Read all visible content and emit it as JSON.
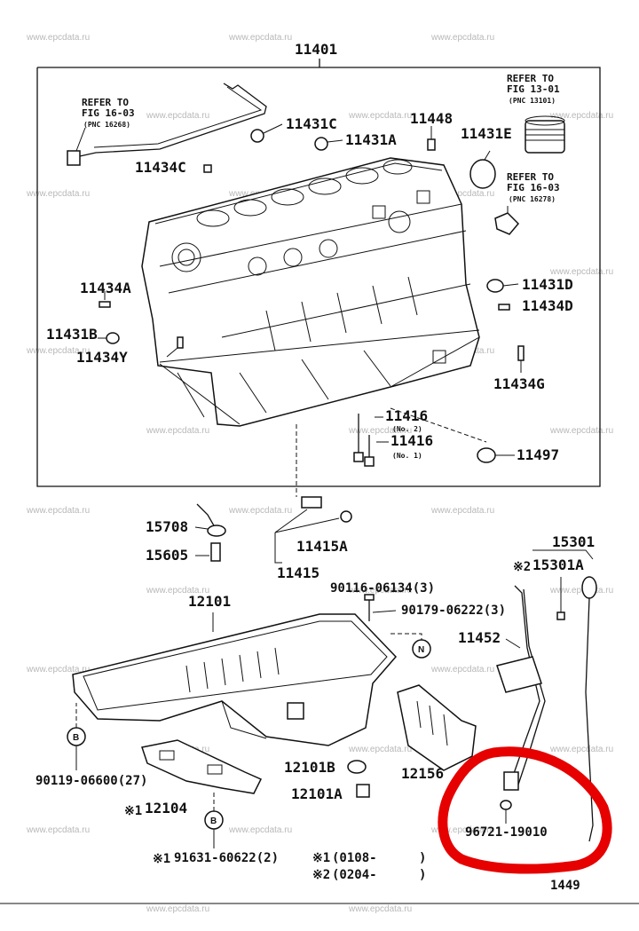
{
  "watermark": "www.epcdata.ru",
  "title_part": "11401",
  "refs": [
    {
      "line1": "REFER TO",
      "line2": "FIG 16-03",
      "line3": "(PNC 16268)"
    },
    {
      "line1": "REFER TO",
      "line2": "FIG 13-01",
      "line3": "(PNC 13101)"
    },
    {
      "line1": "REFER TO",
      "line2": "FIG 16-03",
      "line3": "(PNC 16278)"
    }
  ],
  "block_parts": {
    "p11431C": "11431C",
    "p11431A": "11431A",
    "p11448": "11448",
    "p11431E": "11431E",
    "p11434C": "11434C",
    "p11434A": "11434A",
    "p11431B": "11431B",
    "p11434Y": "11434Y",
    "p11431D": "11431D",
    "p11434D": "11434D",
    "p11434G": "11434G",
    "p11416a": "11416",
    "p11416a_note": "(No. 2)",
    "p11416b": "11416",
    "p11416b_note": "(No. 1)",
    "p11497": "11497"
  },
  "lower_parts": {
    "p15708": "15708",
    "p15605": "15605",
    "p11415A": "11415A",
    "p11415": "11415",
    "p15301": "15301",
    "p15301A": "15301A",
    "p15301A_mark": "※2",
    "p90116": "90116-06134(3)",
    "p12101": "12101",
    "p90179": "90179-06222(3)",
    "p11452": "11452",
    "p90119": "90119-06600(27)",
    "p12101B": "12101B",
    "p12101A": "12101A",
    "p12156": "12156",
    "p12104": "12104",
    "p12104_mark": "※1",
    "p96721": "96721-19010",
    "p91631": "91631-60622(2)",
    "p91631_mark": "※1"
  },
  "circle_markers": {
    "n": "N",
    "b1": "B",
    "b2": "B"
  },
  "footnotes": [
    {
      "mark": "※1",
      "text": "(0108-",
      "close": ")"
    },
    {
      "mark": "※2",
      "text": "(0204-",
      "close": ")"
    }
  ],
  "cut_text": "1449",
  "highlight_color": "#e60000"
}
